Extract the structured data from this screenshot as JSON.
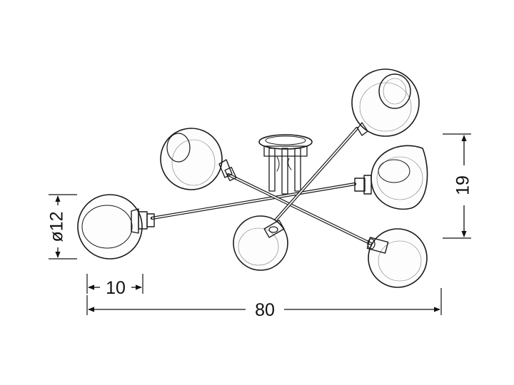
{
  "dimensions": {
    "overall_width": "80",
    "height": "19",
    "shade_diameter": "ø12",
    "shade_depth": "10"
  }
}
